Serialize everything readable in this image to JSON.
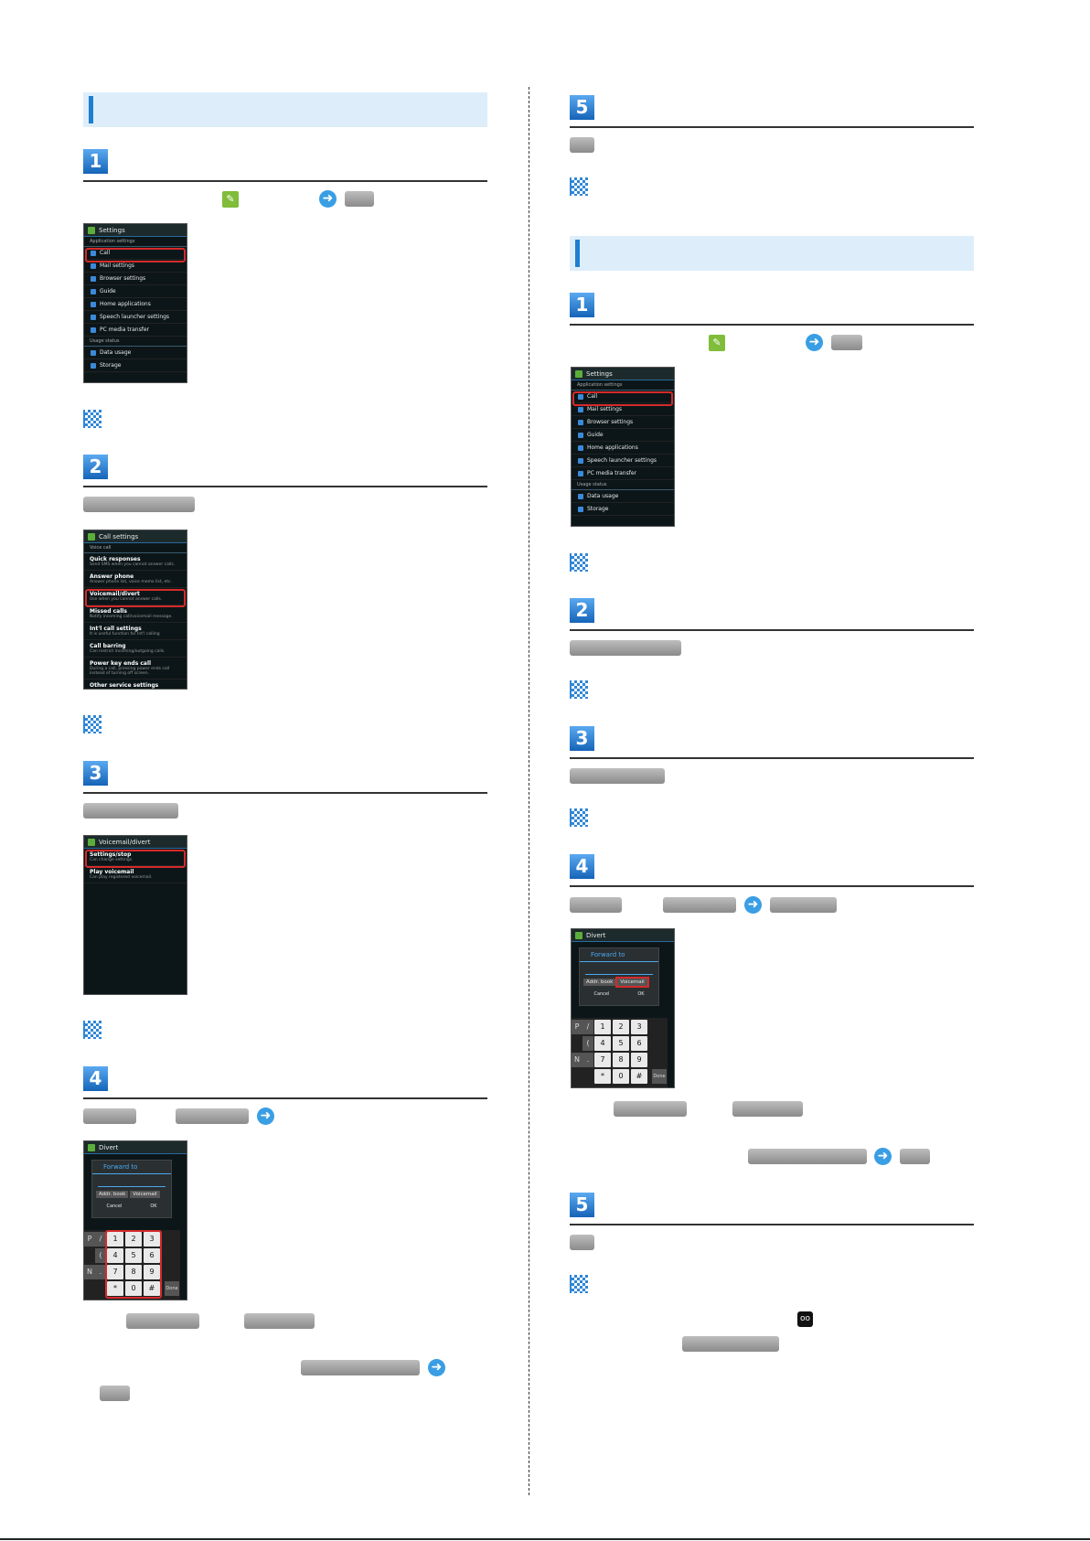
{
  "left": {
    "step1": {
      "num": "1",
      "pill": "",
      "item_settings": "",
      "highlight": "Call"
    },
    "step2": {
      "num": "2",
      "pill": ""
    },
    "step3": {
      "num": "3",
      "pill": ""
    },
    "step4": {
      "num": "4",
      "pill_a": "",
      "pill_b": "",
      "pill_c": "",
      "pill_d": "",
      "pill_e": "",
      "pill_f": ""
    }
  },
  "right": {
    "step5a": {
      "num": "5",
      "pill": ""
    },
    "step1": {
      "num": "1",
      "pill": ""
    },
    "step2": {
      "num": "2",
      "pill": ""
    },
    "step3": {
      "num": "3",
      "pill": ""
    },
    "step4": {
      "num": "4",
      "pill_a": "",
      "pill_b": "",
      "pill_c": "",
      "pill_d": "",
      "pill_e": "",
      "pill_f": "",
      "pill_g": ""
    },
    "step5b": {
      "num": "5",
      "pill": "",
      "pill_final": ""
    }
  },
  "screens": {
    "settings": {
      "title": "Settings",
      "section1": "Application settings",
      "items": [
        "Call",
        "Mail settings",
        "Browser settings",
        "Guide",
        "Home applications",
        "Speech launcher settings",
        "PC media transfer"
      ],
      "section2": "Usage status",
      "items2": [
        "Data usage",
        "Storage"
      ]
    },
    "call_settings": {
      "title": "Call settings",
      "section": "Voice call",
      "rows": [
        {
          "t": "Quick responses",
          "s": "Send SMS when you cannot answer calls."
        },
        {
          "t": "Answer phone",
          "s": "Answer phone list, voice memo list, etc."
        },
        {
          "t": "Voicemail/divert",
          "s": "Use when you cannot answer calls."
        },
        {
          "t": "Missed calls",
          "s": "Notify incoming call/voicemail message."
        },
        {
          "t": "Int'l call settings",
          "s": "It is useful function for Int'l calling"
        },
        {
          "t": "Call barring",
          "s": "Can restrict incoming/outgoing calls."
        },
        {
          "t": "Power key ends call",
          "s": "During a call, pressing power ends call instead of turning off screen."
        },
        {
          "t": "Other service settings",
          "s": ""
        }
      ]
    },
    "voicemail": {
      "title": "Voicemail/divert",
      "rows": [
        {
          "t": "Settings/stop",
          "s": "Can change settings."
        },
        {
          "t": "Play voicemail",
          "s": "Can play registered voicemail."
        }
      ]
    },
    "divert": {
      "title": "Divert",
      "dialog_title": "Forward to",
      "btn_addr": "Addr. book",
      "btn_vm": "Voicemail",
      "cancel": "Cancel",
      "ok": "OK",
      "keys": [
        "1",
        "2",
        "3",
        "4",
        "5",
        "6",
        "7",
        "8",
        "9",
        "*",
        "0",
        "#"
      ],
      "left_keys": [
        "P",
        "/",
        "(",
        "N",
        "."
      ],
      "done": "Done"
    }
  }
}
